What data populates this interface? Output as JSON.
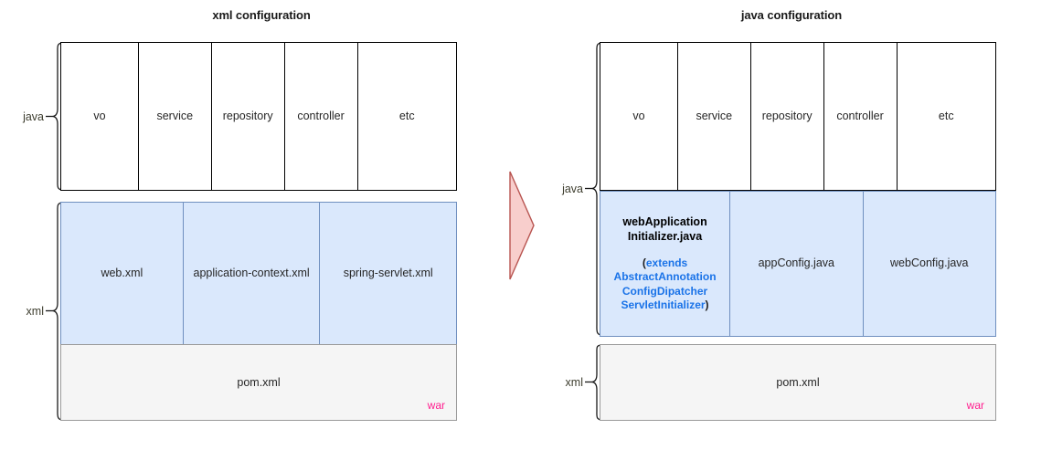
{
  "panels": {
    "left": {
      "title": "xml configuration",
      "groups": [
        {
          "label": "java"
        },
        {
          "label": "xml"
        }
      ],
      "java_row": {
        "cells": [
          "vo",
          "service",
          "repository",
          "controller",
          "etc"
        ]
      },
      "xml_row": {
        "cells": [
          "web.xml",
          "application-context.xml",
          "spring-servlet.xml"
        ]
      },
      "pom_row": {
        "label": "pom.xml",
        "badge": "war"
      }
    },
    "right": {
      "title": "java configuration",
      "groups": [
        {
          "label": "java"
        },
        {
          "label": "xml"
        }
      ],
      "java_row": {
        "cells": [
          "vo",
          "service",
          "repository",
          "controller",
          "etc"
        ]
      },
      "config_row": {
        "initializer": {
          "title_line1": "webApplication",
          "title_line2": "Initializer.java",
          "paren_open": "(",
          "extends_keyword": "extends",
          "base_line1": "AbstractAnnotation",
          "base_line2": "ConfigDipatcher",
          "base_line3": "ServletInitializer",
          "paren_close": ")"
        },
        "cells": [
          "appConfig.java",
          "webConfig.java"
        ]
      },
      "pom_row": {
        "label": "pom.xml",
        "badge": "war"
      }
    }
  },
  "arrow": {
    "name": "migration-arrow",
    "direction": "right"
  },
  "colors": {
    "blue_fill": "#dae8fc",
    "blue_stroke": "#6f8fbf",
    "gray_fill": "#f5f5f5",
    "gray_stroke": "#9a9a9a",
    "war_text": "#ff1f8f",
    "link_blue": "#1a73e8",
    "arrow_fill": "#f8cecc",
    "arrow_stroke": "#b85450",
    "outline": "#000000"
  }
}
